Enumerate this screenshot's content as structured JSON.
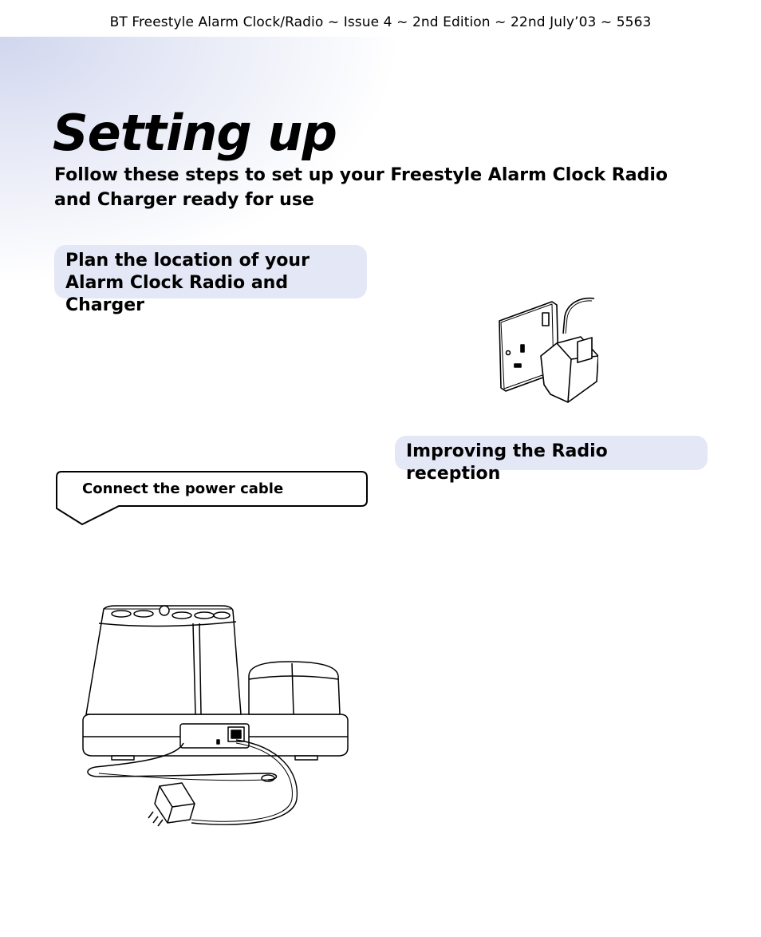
{
  "header": {
    "text": "BT Freestyle Alarm Clock/Radio ~  Issue 4 ~ 2nd Edition ~ 22nd July’03 ~ 5563"
  },
  "title": "Setting up",
  "subtitle": "Follow these steps to set up your Freestyle Alarm Clock Radio and Charger ready for use",
  "sections": {
    "plan": {
      "line1": "Plan the location of your",
      "line2": "Alarm Clock Radio and Charger"
    },
    "connect": {
      "label": "Connect the power cable"
    },
    "radio": {
      "label": "Improving the Radio reception"
    }
  },
  "colors": {
    "section_bg": "#e4e7f5",
    "corner_gradient": "#d0d6ee"
  },
  "illustrations": [
    "wall-socket-with-power-adaptor",
    "alarm-clock-radio-and-charger-with-cable"
  ]
}
